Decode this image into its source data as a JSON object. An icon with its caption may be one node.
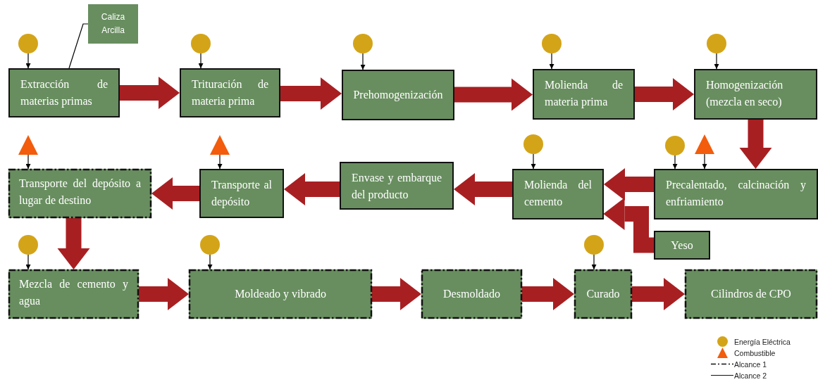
{
  "diagram": {
    "nodes": [
      {
        "text": [
          "Caliza Arcilla"
        ]
      },
      {
        "text": [],
        "shape": "circle"
      },
      {
        "text": [],
        "shape": "circle"
      },
      {
        "text": [],
        "shape": "circle"
      },
      {
        "text": [],
        "shape": "circle"
      },
      {
        "text": [],
        "shape": "circle"
      },
      {
        "text": [
          "Extracción de materias primas"
        ]
      },
      {
        "text": [
          "Trituración de materia prima"
        ]
      },
      {
        "text": [
          "Prehomogenización"
        ]
      },
      {
        "text": [
          "Molienda de materia prima"
        ]
      },
      {
        "text": [
          "Homogenización (mezcla en seco)"
        ]
      },
      {
        "text": [],
        "shape": "triangle"
      },
      {
        "text": [],
        "shape": "triangle"
      },
      {
        "text": [],
        "shape": "circle"
      },
      {
        "text": [],
        "shape": "circle"
      },
      {
        "text": [],
        "shape": "triangle"
      },
      {
        "text": [
          "Transporte del depósito a lugar de destino"
        ]
      },
      {
        "text": [
          "Transporte al depósito"
        ]
      },
      {
        "text": [
          "Envase y embarque del producto"
        ]
      },
      {
        "text": [
          "Molienda del cemento"
        ]
      },
      {
        "text": [
          "Precalentado, calcinación y enfriamiento"
        ]
      },
      {
        "text": [
          "Yeso"
        ]
      },
      {
        "text": [],
        "shape": "circle"
      },
      {
        "text": [],
        "shape": "circle"
      },
      {
        "text": [],
        "shape": "circle"
      },
      {
        "text": [
          "Mezcla de cemento y agua"
        ]
      },
      {
        "text": [
          "Moldeado y vibrado"
        ]
      },
      {
        "text": [
          "Desmoldado"
        ]
      },
      {
        "text": [
          "Curado"
        ]
      },
      {
        "text": [
          "Cilindros de CPO"
        ]
      }
    ],
    "edges": [
      {
        "from": 0,
        "to": 6,
        "arrow": "none",
        "color": "#000000"
      },
      {
        "from": 1,
        "to": 6,
        "arrow": "to",
        "color": "#000000"
      },
      {
        "from": 2,
        "to": 7,
        "arrow": "to",
        "color": "#000000"
      },
      {
        "from": 3,
        "to": 8,
        "arrow": "to",
        "color": "#000000"
      },
      {
        "from": 4,
        "to": 9,
        "arrow": "to",
        "color": "#000000"
      },
      {
        "from": 5,
        "to": 10,
        "arrow": "to",
        "color": "#000000"
      },
      {
        "from": 11,
        "to": 16,
        "arrow": "to",
        "color": "#000000"
      },
      {
        "from": 12,
        "to": 17,
        "arrow": "to",
        "color": "#000000"
      },
      {
        "from": 13,
        "to": 19,
        "arrow": "to",
        "color": "#000000"
      },
      {
        "from": 14,
        "to": 20,
        "arrow": "to",
        "color": "#000000"
      },
      {
        "from": 15,
        "to": 20,
        "arrow": "to",
        "color": "#000000"
      },
      {
        "from": 22,
        "to": 25,
        "arrow": "to",
        "color": "#000000"
      },
      {
        "from": 23,
        "to": 26,
        "arrow": "to",
        "color": "#000000"
      },
      {
        "from": 24,
        "to": 28,
        "arrow": "to",
        "color": "#000000"
      },
      {
        "from": 6,
        "to": 7,
        "arrow": "to",
        "style": "thick"
      },
      {
        "from": 7,
        "to": 8,
        "arrow": "to",
        "style": "thick"
      },
      {
        "from": 8,
        "to": 9,
        "arrow": "to",
        "style": "thick"
      },
      {
        "from": 9,
        "to": 10,
        "arrow": "to",
        "style": "thick"
      },
      {
        "from": 10,
        "to": 20,
        "arrow": "to",
        "style": "thick"
      },
      {
        "from": 20,
        "to": 19,
        "arrow": "to",
        "style": "thick"
      },
      {
        "from": 19,
        "to": 18,
        "arrow": "to",
        "style": "thick"
      },
      {
        "from": 18,
        "to": 17,
        "arrow": "to",
        "style": "thick"
      },
      {
        "from": 17,
        "to": 16,
        "arrow": "to",
        "style": "thick"
      },
      {
        "from": 16,
        "to": 25,
        "arrow": "to",
        "style": "thick"
      },
      {
        "from": 25,
        "to": 26,
        "arrow": "to",
        "style": "thick"
      },
      {
        "from": 26,
        "to": 27,
        "arrow": "to",
        "style": "thick"
      },
      {
        "from": 27,
        "to": 28,
        "arrow": "to",
        "style": "thick"
      },
      {
        "from": 28,
        "to": 29,
        "arrow": "to",
        "style": "thick"
      },
      {
        "from": 21,
        "to": 19,
        "arrow": "to",
        "style": "thick",
        "color": "#a81f22"
      }
    ],
    "legend": [
      {
        "text": "Energía Eléctrica",
        "color": "#d4a418"
      },
      {
        "text": "Combustible",
        "color": "#f25c0c"
      },
      {
        "text": "Alcance 1"
      },
      {
        "text": "Alcance 2"
      }
    ]
  }
}
